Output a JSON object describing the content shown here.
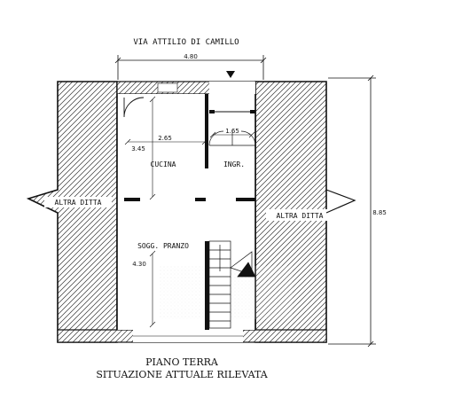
{
  "street_label": "VIA ATTILIO DI CAMILLO",
  "dimensions": {
    "top_width": "4.80",
    "kitchen_width": "2.65",
    "entrance_width": "1.65",
    "kitchen_depth": "3.45",
    "dining_depth": "4.30",
    "total_depth": "8.85"
  },
  "rooms": {
    "kitchen": "CUCINA",
    "entrance": "INGR.",
    "dining": "SOGG. PRANZO"
  },
  "neighbors": {
    "left": "ALTRA DITTA",
    "right": "ALTRA DITTA"
  },
  "title": {
    "line1": "PIANO TERRA",
    "line2": "SITUAZIONE ATTUALE RILEVATA"
  }
}
